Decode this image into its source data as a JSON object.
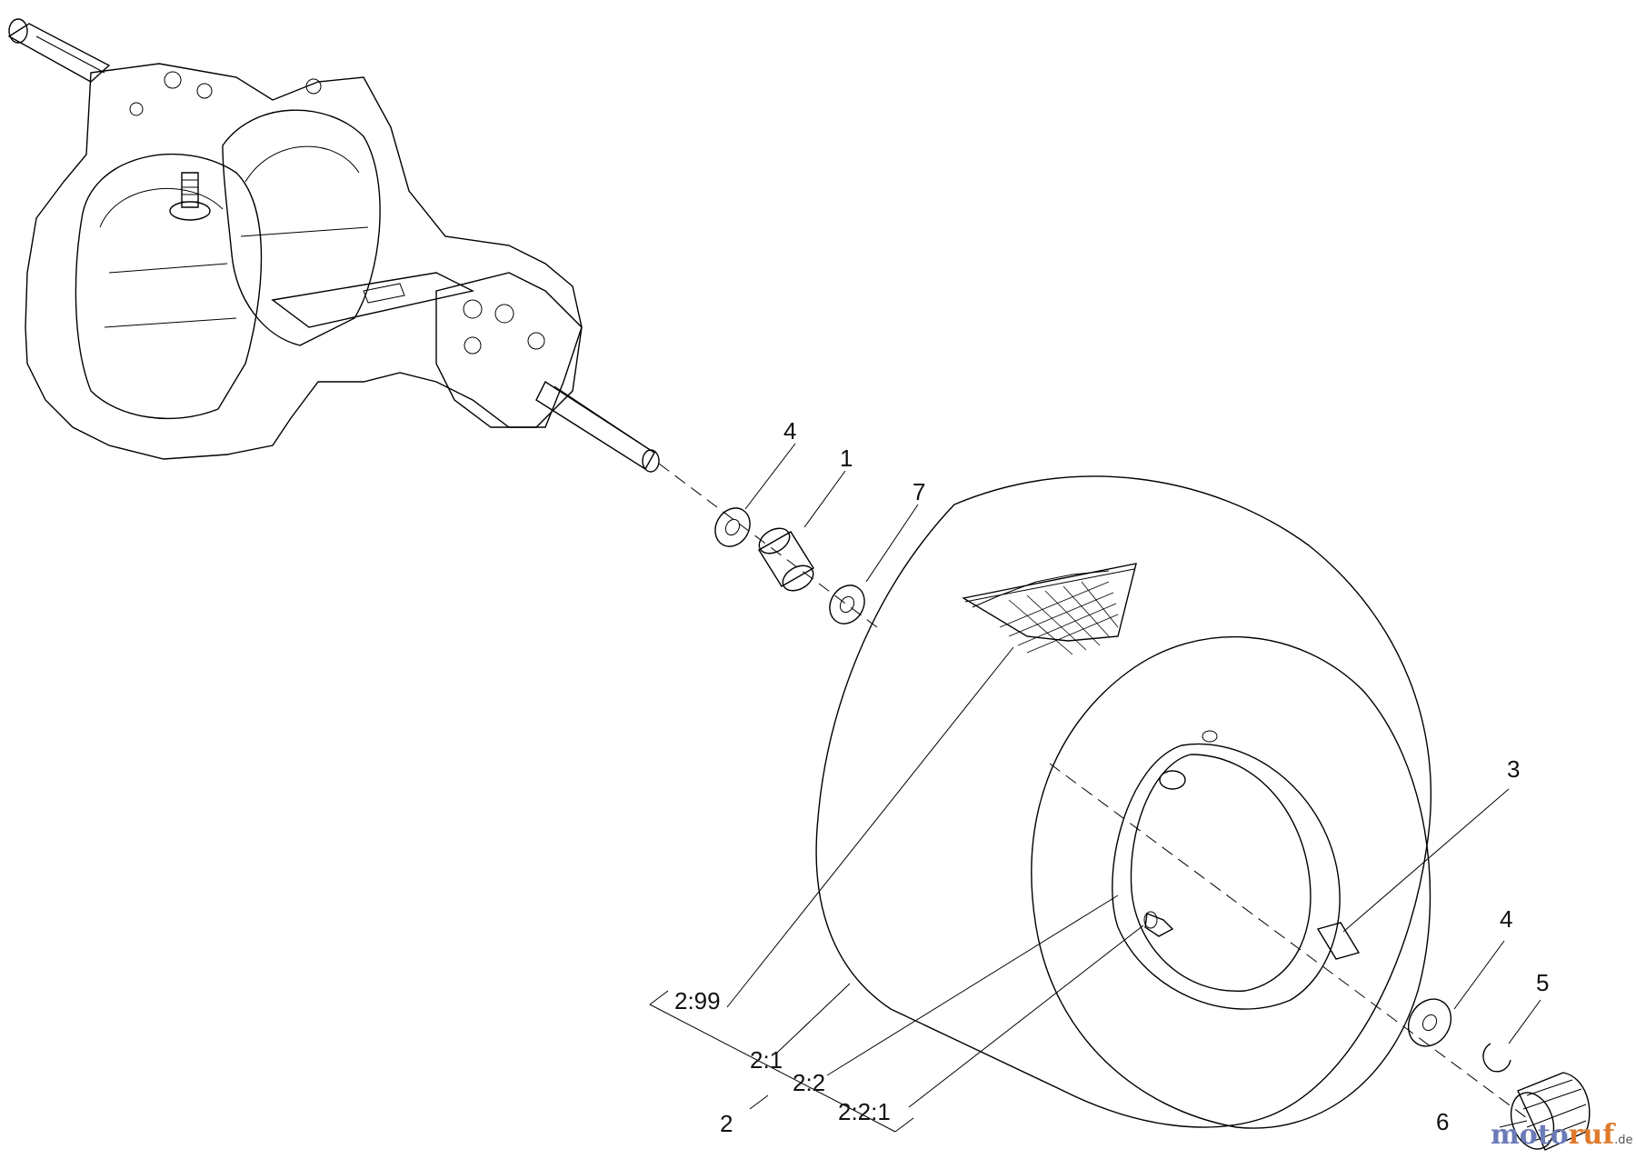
{
  "callouts": {
    "c4_top": "4",
    "c1": "1",
    "c7": "7",
    "c3": "3",
    "c4_bottom": "4",
    "c5": "5",
    "c6": "6",
    "c2_99": "2:99",
    "c2_1": "2:1",
    "c2_2": "2:2",
    "c2_2_1": "2:2:1",
    "c2": "2"
  },
  "watermark": {
    "part1": "moto",
    "part2": "ruf",
    "suffix": ".de"
  },
  "colors": {
    "line": "#000000",
    "watermark_blue": "#6a7bb8",
    "watermark_orange": "#e07a2a"
  }
}
